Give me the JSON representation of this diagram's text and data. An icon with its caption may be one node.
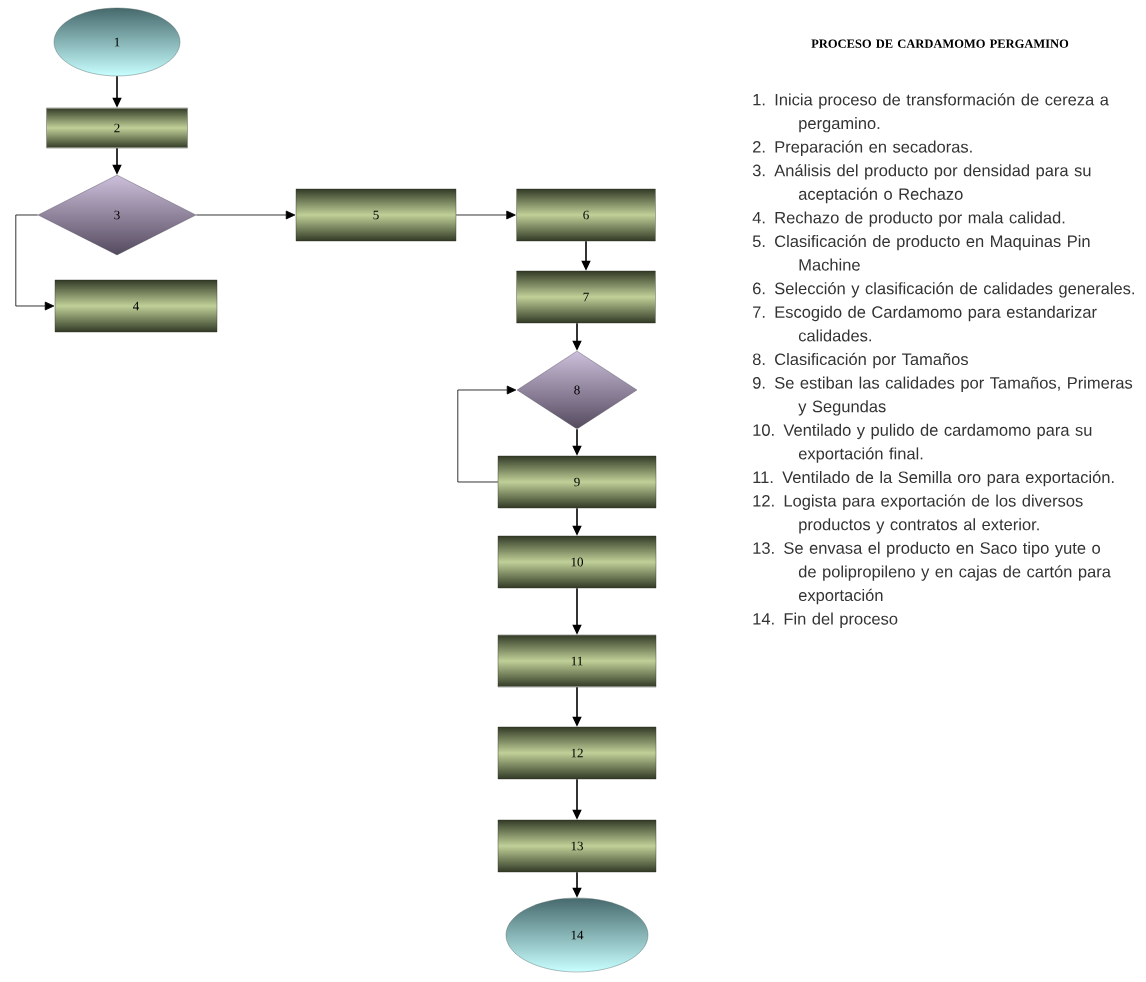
{
  "diagram": {
    "title": "PROCESO DE CARDAMOMO PERGAMINO",
    "nodes": [
      {
        "text": [
          "1"
        ]
      },
      {
        "text": [
          "2"
        ]
      },
      {
        "text": [
          "3"
        ]
      },
      {
        "text": [
          "4"
        ]
      },
      {
        "text": [
          "5"
        ]
      },
      {
        "text": [
          "6"
        ]
      },
      {
        "text": [
          "7"
        ]
      },
      {
        "text": [
          "8"
        ]
      },
      {
        "text": [
          "9"
        ]
      },
      {
        "text": [
          "10"
        ]
      },
      {
        "text": [
          "11"
        ]
      },
      {
        "text": [
          "12"
        ]
      },
      {
        "text": [
          "13"
        ]
      },
      {
        "text": [
          "14"
        ]
      }
    ],
    "edges": [
      {
        "from": 0,
        "to": 1,
        "arrow": "to"
      },
      {
        "from": 1,
        "to": 2,
        "arrow": "to"
      },
      {
        "from": 2,
        "to": 4,
        "arrow": "to"
      },
      {
        "from": 2,
        "to": 3,
        "arrow": "to"
      },
      {
        "from": 4,
        "to": 5,
        "arrow": "to"
      },
      {
        "from": 5,
        "to": 6,
        "arrow": "to"
      },
      {
        "from": 6,
        "to": 7,
        "arrow": "to"
      },
      {
        "from": 7,
        "to": 8,
        "arrow": "to"
      },
      {
        "from": 8,
        "to": 7,
        "arrow": "to"
      },
      {
        "from": 8,
        "to": 9,
        "arrow": "to"
      },
      {
        "from": 9,
        "to": 10,
        "arrow": "to"
      },
      {
        "from": 10,
        "to": 11,
        "arrow": "to"
      },
      {
        "from": 11,
        "to": 12,
        "arrow": "to"
      },
      {
        "from": 12,
        "to": 13,
        "arrow": "to"
      }
    ],
    "labels": [
      "1. Inicia proceso de transformación de cereza a pergamino.",
      "2. Preparación en secadoras.",
      "3. Análisis del producto por densidad para su aceptación o Rechazo",
      "4. Rechazo de producto por mala calidad.",
      "5. Clasificación de producto en Maquinas Pin Machine",
      "6. Selección y clasificación de calidades generales.",
      "7. Escogido de Cardamomo para estandarizar calidades.",
      "8. Clasificación por Tamaños",
      "9. Se estiban las calidades por Tamaños, Primeras y Segundas",
      "10. Ventilado y pulido de cardamomo para su exportación final.",
      "11. Ventilado de la Semilla oro para exportación.",
      "12. Logista para exportación de los diversos productos y contratos al exterior.",
      "13. Se envasa el producto en Saco tipo yute o de polipropileno y en cajas de cartón para exportación",
      "14. Fin del proceso"
    ]
  }
}
